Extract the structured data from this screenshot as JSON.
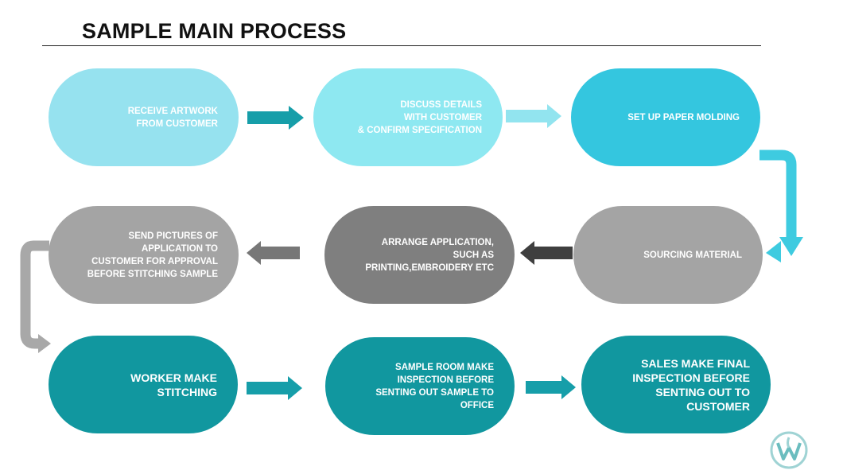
{
  "title": "SAMPLE MAIN PROCESS",
  "steps": [
    {
      "label": "RECEIVE ARTWORK\nFROM CUSTOMER"
    },
    {
      "label": "DISCUSS DETAILS\nWITH CUSTOMER\n& CONFIRM SPECIFICATION"
    },
    {
      "label": "SET UP PAPER MOLDING"
    },
    {
      "label": "SOURCING MATERIAL"
    },
    {
      "label": "ARRANGE APPLICATION,\nSUCH AS PRINTING,EMBROIDERY ETC"
    },
    {
      "label": "SEND PICTURES OF APPLICATION TO\nCUSTOMER FOR APPROVAL\nBEFORE STITCHING SAMPLE"
    },
    {
      "label": "WORKER MAKE STITCHING"
    },
    {
      "label": "SAMPLE ROOM  MAKE\nINSPECTION BEFORE\nSENTING OUT SAMPLE TO OFFICE"
    },
    {
      "label": "SALES MAKE FINAL\nINSPECTION BEFORE\nSENTING OUT TO CUSTOMER"
    }
  ],
  "colors": {
    "step_light": "#96e2ef",
    "step_mid": "#8ee8f1",
    "step_cyan": "#34c6df",
    "step_gray": "#a4a4a4",
    "step_dark_gray": "#7f7f7f",
    "step_teal": "#11979f",
    "arrow_teal": "#169ea9",
    "arrow_light": "#92e4ef",
    "arrow_dark": "#3f3f3f",
    "arrow_gray": "#777777",
    "connector_cyan": "#3ecbe0",
    "connector_gray": "#a8a8a8"
  },
  "logo": {
    "icon": "company-logo-icon"
  }
}
